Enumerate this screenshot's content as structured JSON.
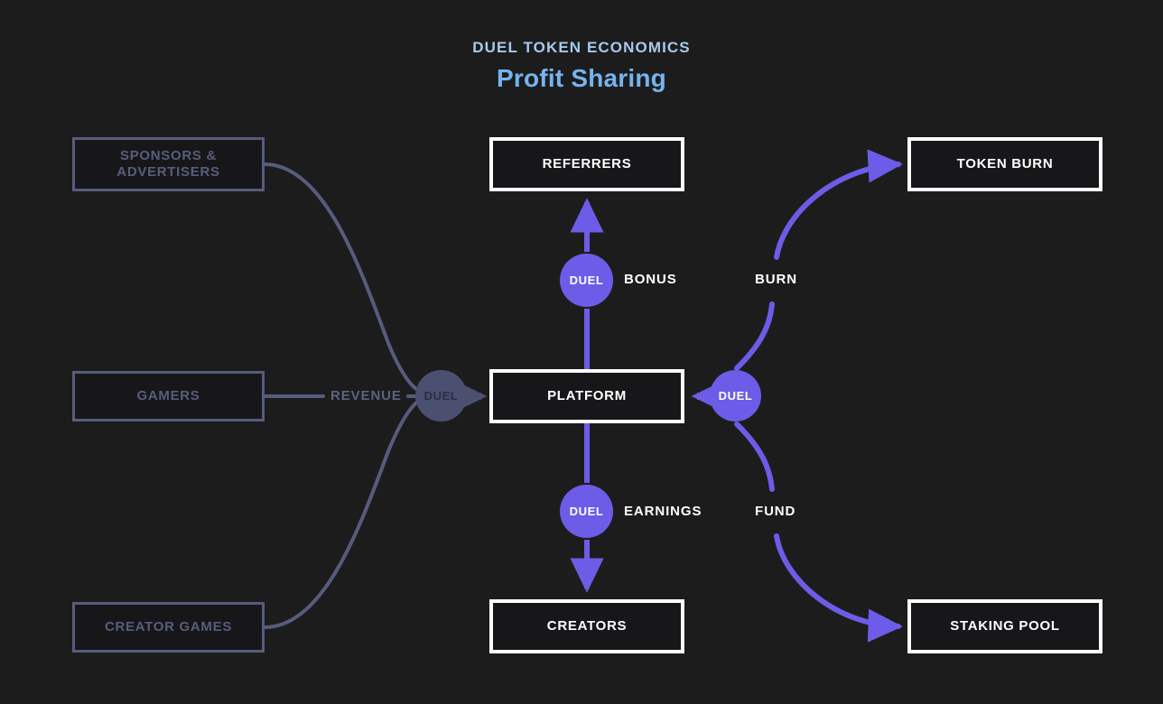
{
  "meta": {
    "background_color": "#1c1c1c",
    "accent_color": "#6c5ce7",
    "muted_color": "#575c7e",
    "title_color": "#76b3ef",
    "eyebrow_color": "#a8c8ee"
  },
  "header": {
    "eyebrow": "DUEL TOKEN ECONOMICS",
    "headline": "Profit Sharing"
  },
  "sources": [
    {
      "id": "sponsors",
      "label": "SPONSORS & ADVERTISERS",
      "style": "muted"
    },
    {
      "id": "gamers",
      "label": "GAMERS",
      "style": "muted"
    },
    {
      "id": "creator-games",
      "label": "CREATOR GAMES",
      "style": "muted"
    }
  ],
  "core": [
    {
      "id": "referrers",
      "label": "REFERRERS",
      "style": "primary"
    },
    {
      "id": "platform",
      "label": "PLATFORM",
      "style": "primary"
    },
    {
      "id": "creators",
      "label": "CREATORS",
      "style": "primary"
    }
  ],
  "outputs": [
    {
      "id": "token-burn",
      "label": "TOKEN BURN",
      "style": "primary"
    },
    {
      "id": "staking-pool",
      "label": "STAKING POOL",
      "style": "primary"
    }
  ],
  "tokens": [
    {
      "id": "revenue-token",
      "label": "DUEL",
      "style": "dim"
    },
    {
      "id": "bonus-token",
      "label": "DUEL",
      "style": "accent"
    },
    {
      "id": "earnings-token",
      "label": "DUEL",
      "style": "accent"
    },
    {
      "id": "split-token",
      "label": "DUEL",
      "style": "accent"
    }
  ],
  "flows": [
    {
      "id": "revenue",
      "label": "REVENUE",
      "from": "gamers",
      "to": "platform",
      "style": "muted"
    },
    {
      "id": "bonus",
      "label": "BONUS",
      "from": "platform",
      "to": "referrers",
      "style": "accent"
    },
    {
      "id": "earnings",
      "label": "EARNINGS",
      "from": "platform",
      "to": "creators",
      "style": "accent"
    },
    {
      "id": "burn",
      "label": "BURN",
      "from": "platform",
      "to": "token-burn",
      "style": "accent"
    },
    {
      "id": "fund",
      "label": "FUND",
      "from": "platform",
      "to": "staking-pool",
      "style": "accent"
    }
  ]
}
